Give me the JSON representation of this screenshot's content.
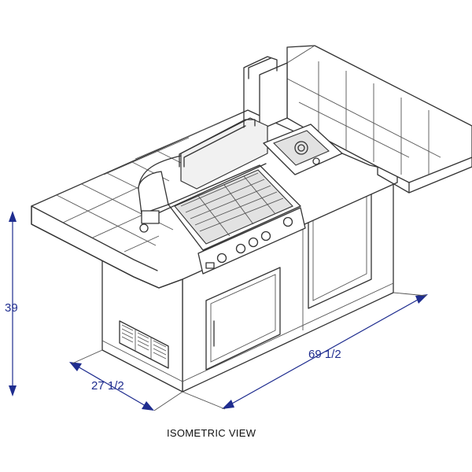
{
  "dimensions": {
    "height": "39",
    "depth": "27 1/2",
    "length": "69 1/2"
  },
  "caption": "ISOMETRIC VIEW"
}
